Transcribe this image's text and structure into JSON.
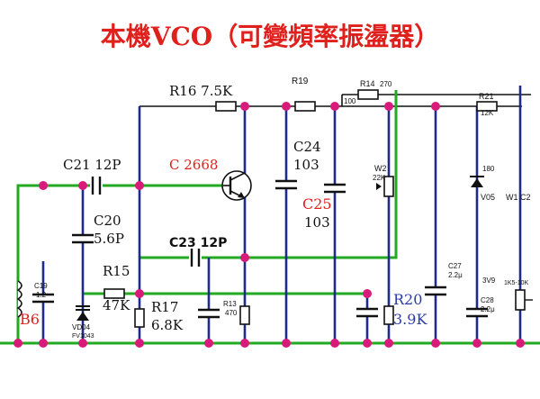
{
  "title": "本機VCO（可變頻率振盪器）",
  "labels": {
    "r16": "R16 7.5K",
    "r19": "R19",
    "r14": "R14",
    "r14_value": "270",
    "r21": "R21",
    "r21_value": "12K",
    "value_100": "100",
    "c21": "C21 12P",
    "c2668": "C 2668",
    "c24": "C24",
    "c24_value": "103",
    "c25": "C25",
    "c25_value": "103",
    "w2": "W2",
    "w2_value": "22K",
    "value_180": "180",
    "v05": "V05",
    "w1c2": "W1 C2",
    "c20": "C20",
    "c20_value": "5.6P",
    "c23": "C23 12P",
    "c27": "C27",
    "c27_value": "2.2μ",
    "r15": "R15",
    "r15_value": "47K",
    "r17": "R17",
    "r17_value": "6.8K",
    "r13": "R13",
    "r13_value": "470",
    "r20": "R20",
    "r20_value": "3.9K",
    "c28": "C28",
    "c28_value": "2.2μ",
    "value_3v9": "3V9",
    "value_1k5": "1K5-10K",
    "c19": "C19",
    "c19_value": "1.2",
    "b6": "B6",
    "vd04": "VD04",
    "fv1043": "FV1043"
  },
  "colors": {
    "title": "#e0201c",
    "ground_wire": "#22aa22",
    "signal_wire": "#1e2a8c",
    "node": "#d81b7a",
    "accent_blue": "#2b3aa8"
  }
}
